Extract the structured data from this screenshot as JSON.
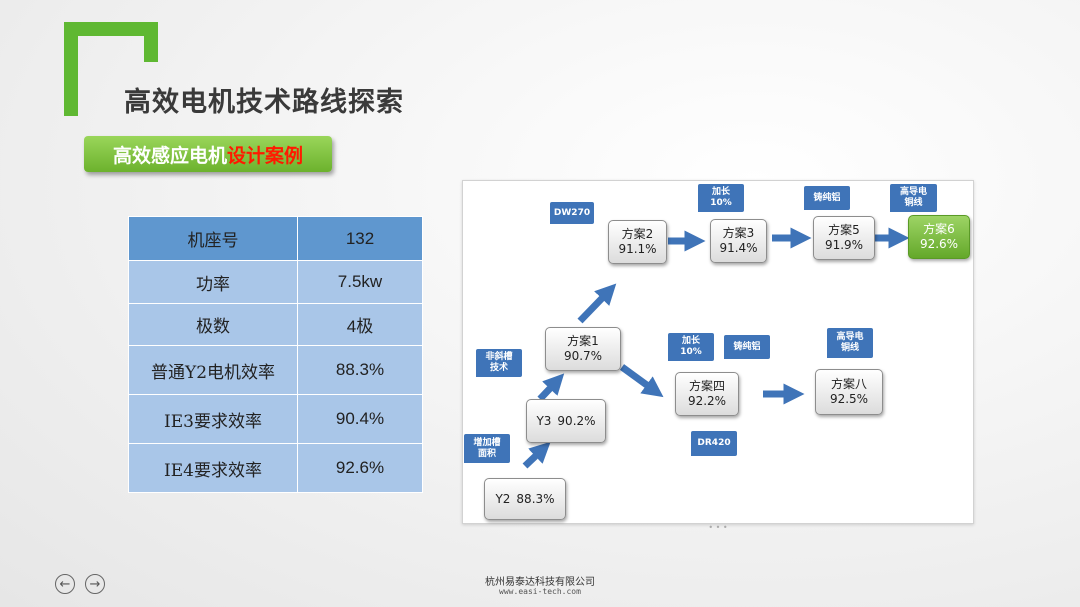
{
  "title": "高效电机技术路线探索",
  "subtitle": {
    "normal": "高效感应电机",
    "highlight": "设计案例"
  },
  "spec_table": {
    "header": [
      "机座号",
      "132"
    ],
    "rows": [
      [
        "功率",
        "7.5kw"
      ],
      [
        "极数",
        "4极"
      ],
      [
        "普通Y2电机效率",
        "88.3%"
      ],
      [
        "IE3要求效率",
        "90.4%"
      ],
      [
        "IE4要求效率",
        "92.6%"
      ]
    ]
  },
  "diagram": {
    "nodes": {
      "y2": {
        "label": "Y2",
        "value": "88.3%"
      },
      "y3": {
        "label": "Y3",
        "value": "90.2%"
      },
      "fa1": {
        "label": "方案1",
        "value": "90.7%"
      },
      "fa2": {
        "label": "方案2",
        "value": "91.1%"
      },
      "fa3": {
        "label": "方案3",
        "value": "91.4%"
      },
      "fa5": {
        "label": "方案5",
        "value": "91.9%"
      },
      "fa6": {
        "label": "方案6",
        "value": "92.6%"
      },
      "fa4": {
        "label": "方案四",
        "value": "92.2%"
      },
      "fa8": {
        "label": "方案八",
        "value": "92.5%"
      }
    },
    "tags": {
      "dw270": "DW270",
      "lengthen_top": {
        "line1": "加长",
        "line2": "10%"
      },
      "cast_al_top": "铸纯铝",
      "hc_cu_top": {
        "line1": "高导电",
        "line2": "铜线"
      },
      "non_skew": {
        "line1": "非斜槽",
        "line2": "技术"
      },
      "slot_area": {
        "line1": "增加槽",
        "line2": "面积"
      },
      "lengthen_mid": {
        "line1": "加长",
        "line2": "10%"
      },
      "cast_al_mid": "铸纯铝",
      "hc_cu_mid": {
        "line1": "高导电",
        "line2": "铜线"
      },
      "dr420": "DR420"
    },
    "colors": {
      "arrow": "#3f74b8",
      "tag": "#3f74b8",
      "highlight_node": "#6cb22d"
    }
  },
  "footer": {
    "company": "杭州易泰达科技有限公司",
    "url": "www.easi-tech.com"
  },
  "nav": {
    "prev": "←",
    "next": "→"
  }
}
